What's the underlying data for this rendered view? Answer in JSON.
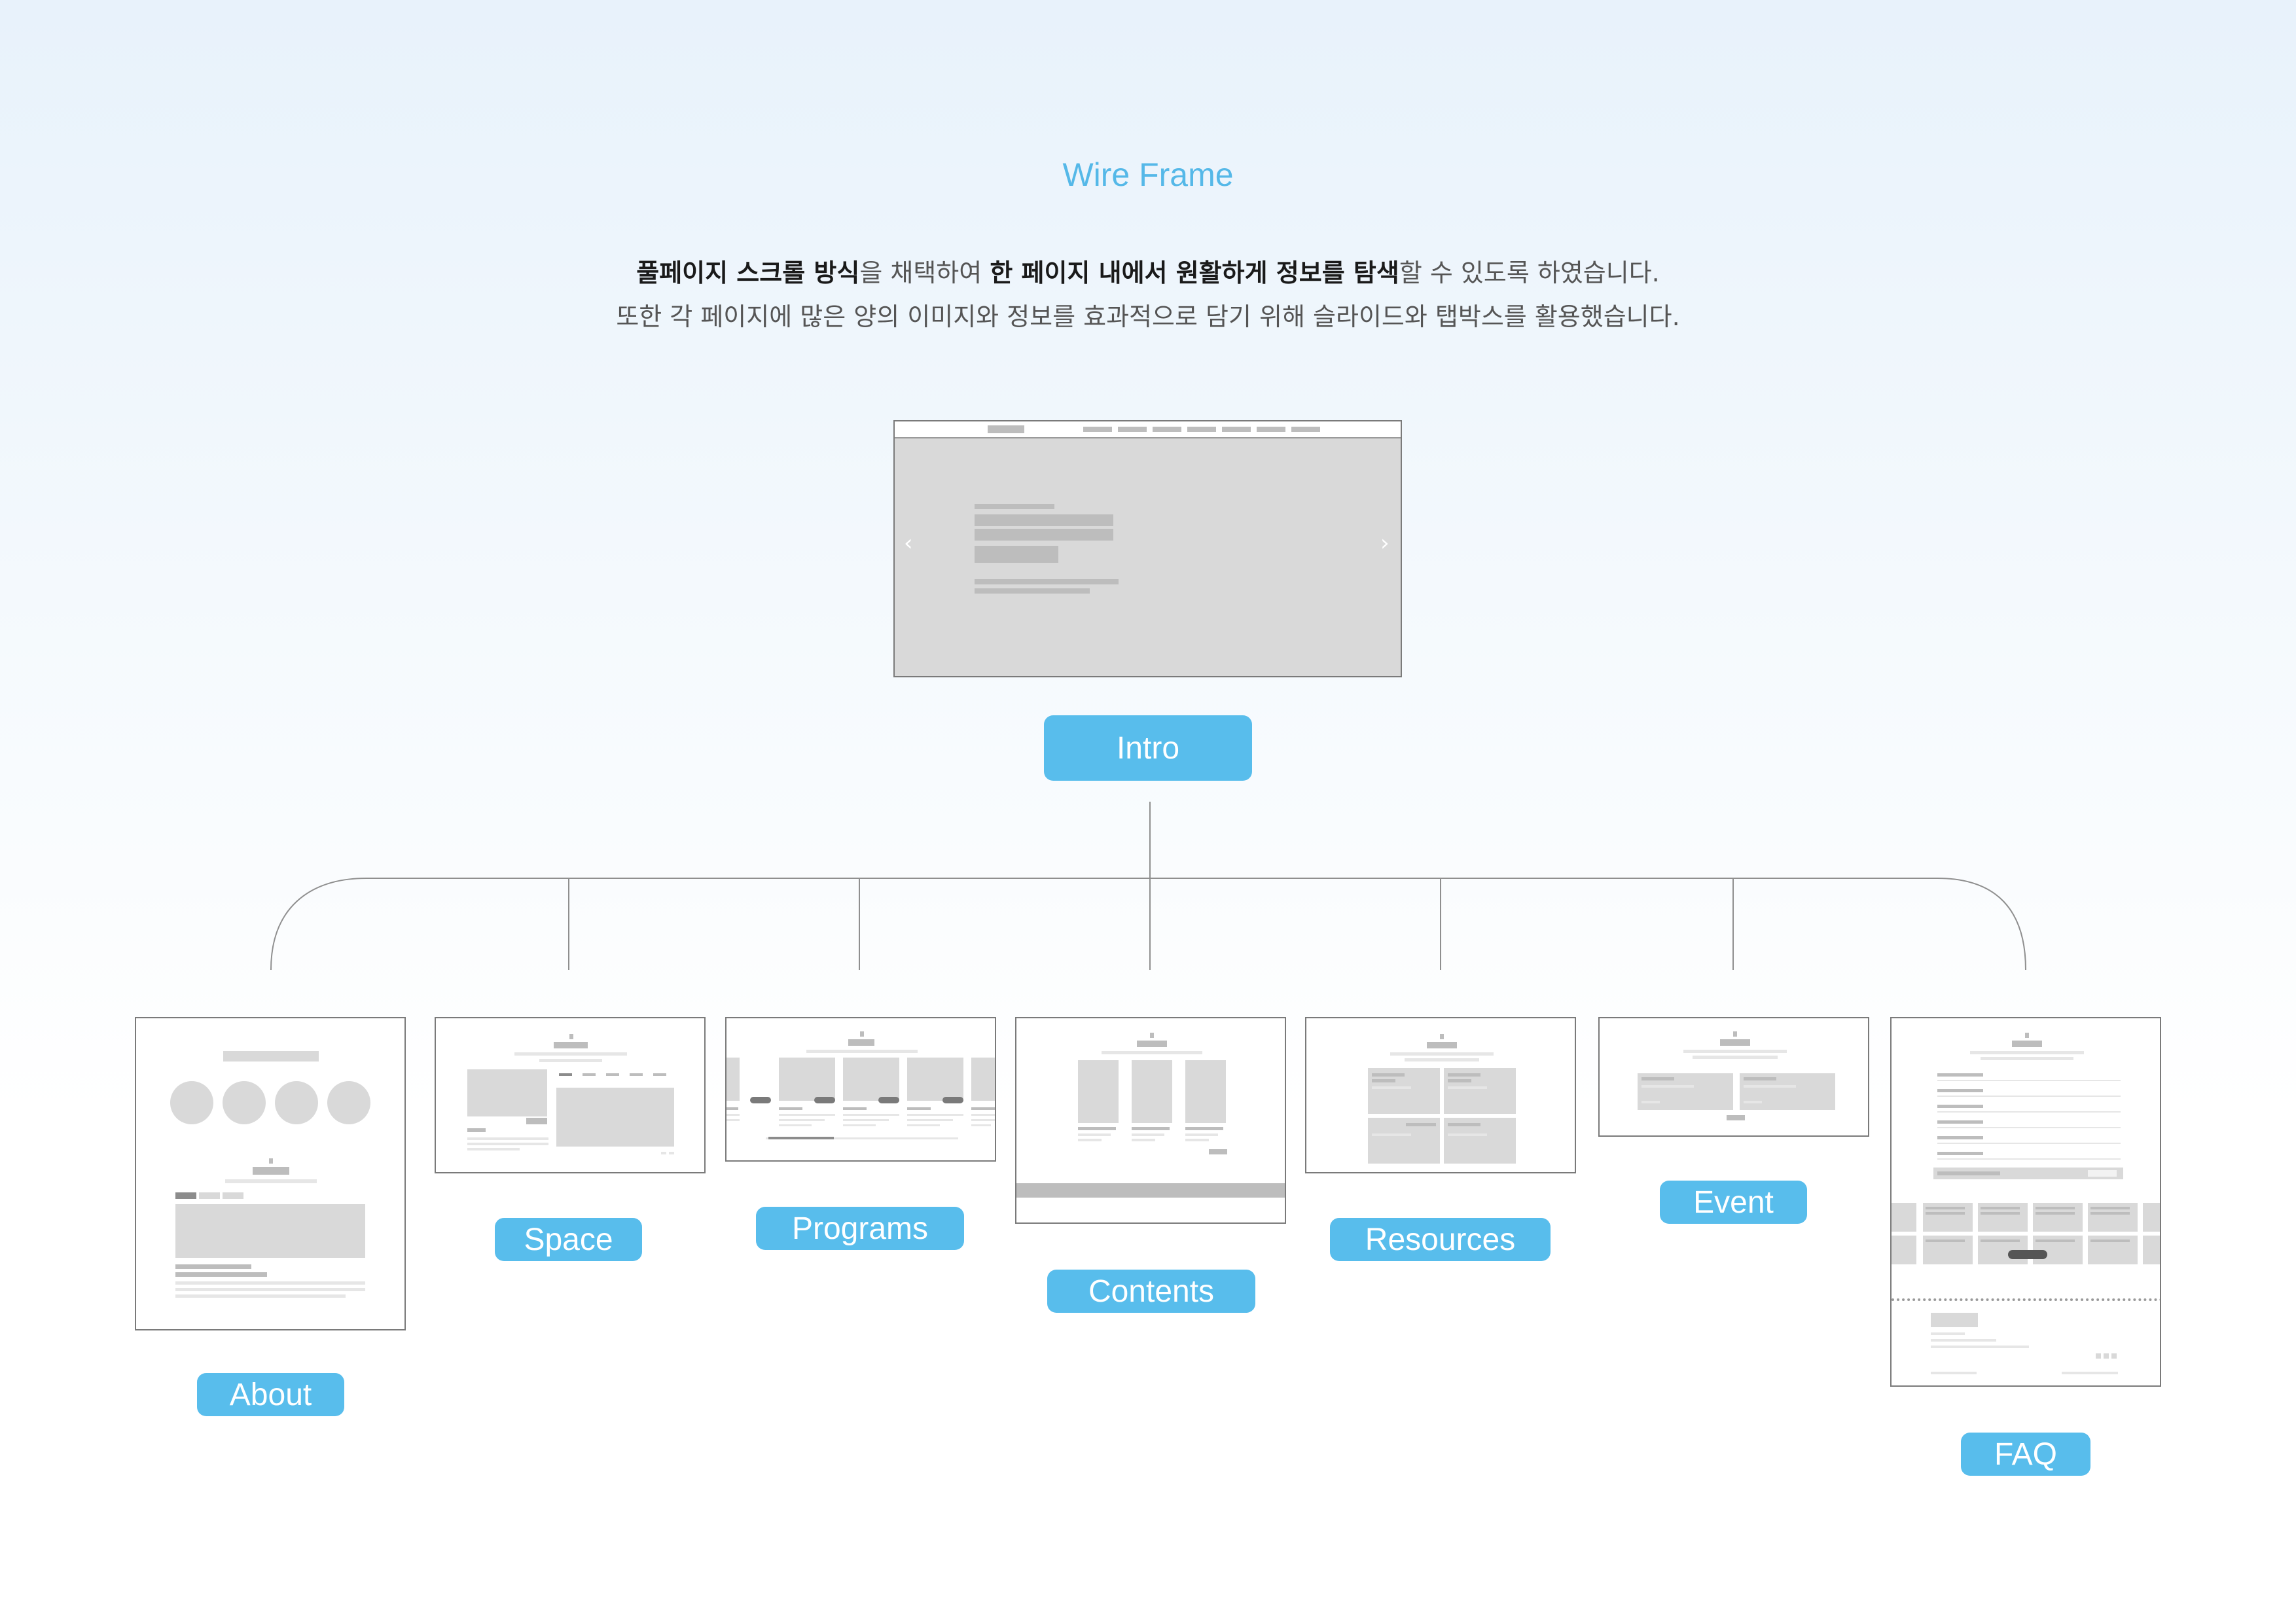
{
  "header": {
    "title": "Wire Frame",
    "line1": [
      {
        "text": "풀페이지 스크롤 방식",
        "bold": true
      },
      {
        "text": "을 채택하여 ",
        "bold": false
      },
      {
        "text": "한 페이지 내에서 원활하게 정보를 탐색",
        "bold": true
      },
      {
        "text": "할 수 있도록 하였습니다.",
        "bold": false
      }
    ],
    "line2": "또한 각 페이지에 많은 양의 이미지와 정보를 효과적으로 담기 위해 슬라이드와 탭박스를 활용했습니다."
  },
  "nodes": {
    "intro": {
      "label": "Intro",
      "prev_icon": "‹",
      "next_icon": "›"
    },
    "about": {
      "label": "About"
    },
    "space": {
      "label": "Space"
    },
    "programs": {
      "label": "Programs"
    },
    "contents": {
      "label": "Contents"
    },
    "resources": {
      "label": "Resources"
    },
    "event": {
      "label": "Event"
    },
    "faq": {
      "label": "FAQ"
    }
  },
  "colors": {
    "accent": "#58bdec",
    "line": "#8f8f8f",
    "placeholder": "#d9d9d9"
  }
}
